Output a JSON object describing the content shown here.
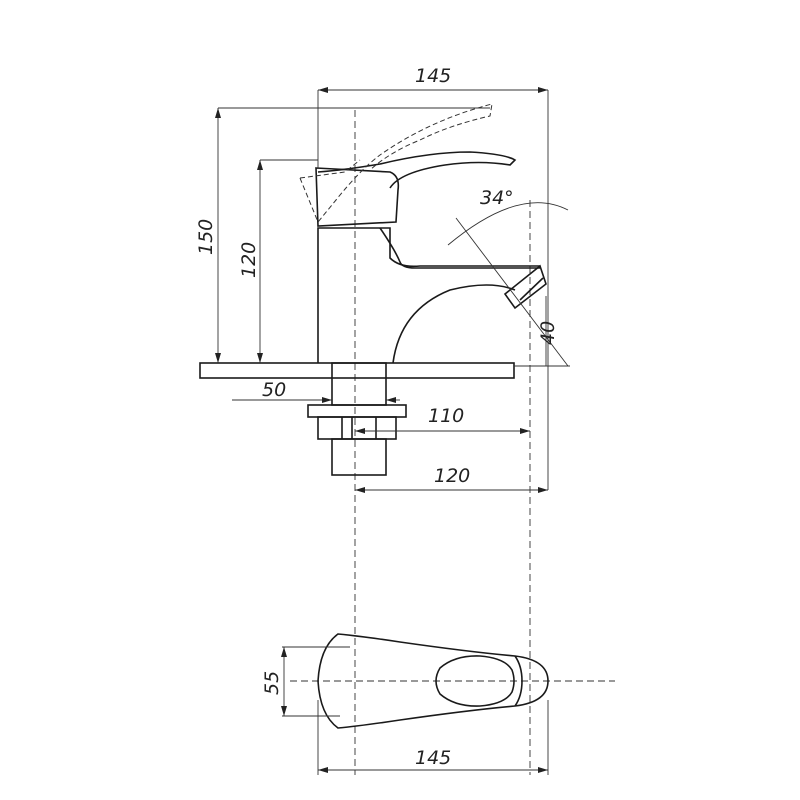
{
  "drawing": {
    "dimensions": {
      "width_top": "145",
      "height_total": "150",
      "height_body": "120",
      "angle": "34°",
      "spout_offset": "40",
      "base_diameter": "50",
      "reach_110": "110",
      "reach_120": "120",
      "plan_width": "55",
      "plan_length": "145"
    },
    "line_color": "#1a1a1a",
    "background": "#ffffff"
  }
}
